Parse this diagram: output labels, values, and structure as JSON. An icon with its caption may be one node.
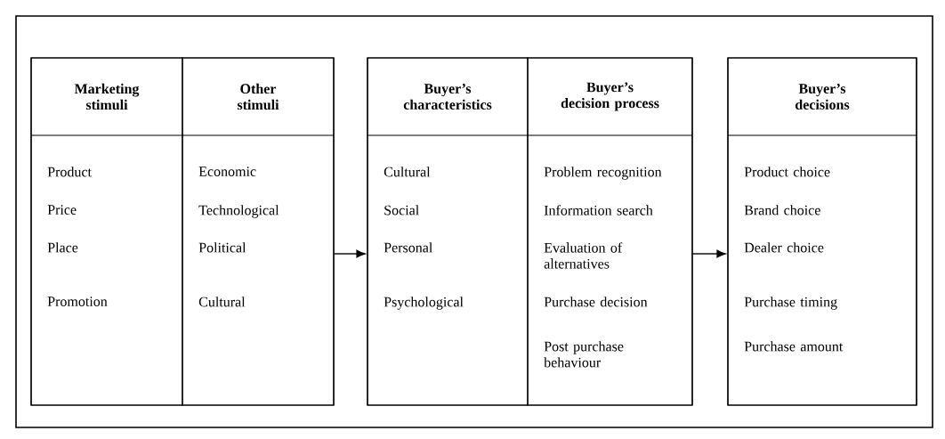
{
  "diagram": {
    "nodes": [
      {
        "text": [],
        "shape": "box"
      },
      {
        "text": [
          "Marketing stimuli",
          "Product",
          "Price",
          "Place",
          "Promotion"
        ],
        "in": 0
      },
      {
        "text": [
          "Other stimuli",
          "Economic",
          "Technological",
          "Political",
          "Cultural"
        ],
        "in": 0
      },
      {
        "text": [],
        "shape": "box"
      },
      {
        "text": [
          "Buyer’s characteristics",
          "Cultural",
          "Social",
          "Personal",
          "Psychological"
        ],
        "in": 3
      },
      {
        "text": [
          "Buyer’s decision process",
          "Problem recognition",
          "Information search",
          "Evaluation of alternatives",
          "Purchase decision",
          "Post purchase behaviour"
        ],
        "in": 3
      },
      {
        "text": [],
        "shape": "box"
      },
      {
        "text": [
          "Buyer’s decisions",
          "Product choice",
          "Brand choice",
          "Dealer choice",
          "Purchase timing",
          "Purchase amount"
        ],
        "in": 6
      }
    ],
    "edges": [
      {
        "from": 0,
        "to": 3,
        "arrow": "to"
      },
      {
        "from": 3,
        "to": 6,
        "arrow": "to"
      }
    ]
  }
}
